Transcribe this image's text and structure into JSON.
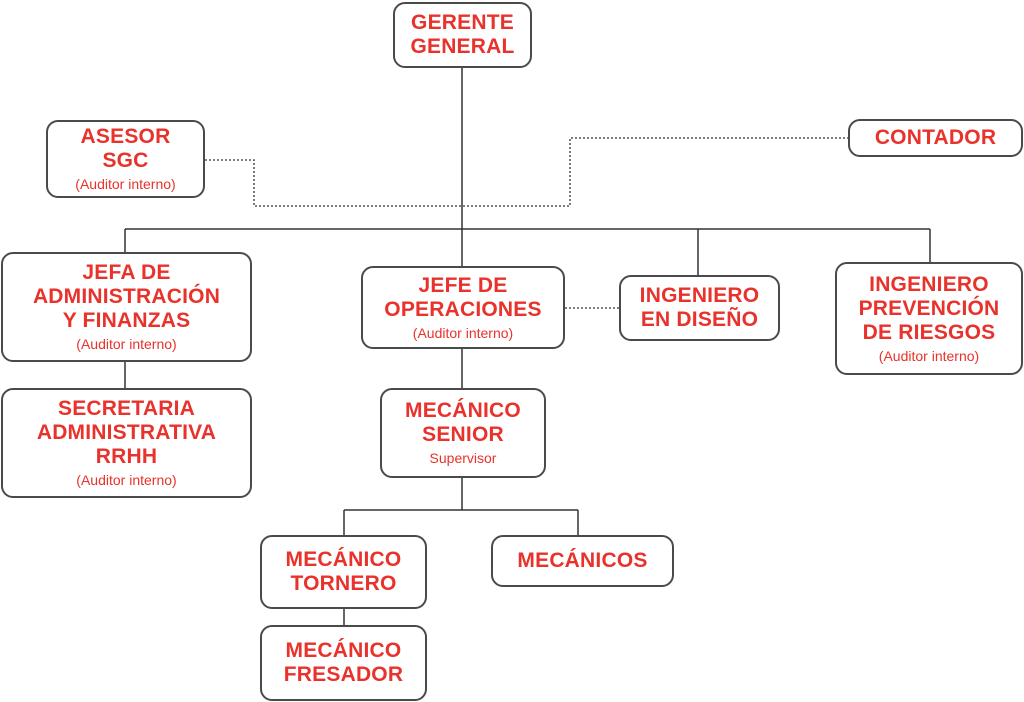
{
  "nodes": {
    "gerente": {
      "title": "GERENTE\nGENERAL"
    },
    "asesor": {
      "title": "ASESOR\nSGC",
      "sub": "(Auditor interno)"
    },
    "contador": {
      "title": "CONTADOR"
    },
    "jefa_admin": {
      "title": "JEFA DE\nADMINISTRACIÓN\nY FINANZAS",
      "sub": "(Auditor interno)"
    },
    "jefe_ops": {
      "title": "JEFE DE\nOPERACIONES",
      "sub": "(Auditor interno)"
    },
    "ing_diseno": {
      "title": "INGENIERO\nEN DISEÑO"
    },
    "ing_prev": {
      "title": "INGENIERO\nPREVENCIÓN\nDE RIESGOS",
      "sub": "(Auditor interno)"
    },
    "secretaria": {
      "title": "SECRETARIA\nADMINISTRATIVA\nRRHH",
      "sub": "(Auditor interno)"
    },
    "mec_senior": {
      "title": "MECÁNICO\nSENIOR",
      "sub": "Supervisor"
    },
    "mec_tornero": {
      "title": "MECÁNICO\nTORNERO"
    },
    "mecanicos": {
      "title": "MECÁNICOS"
    },
    "mec_fresador": {
      "title": "MECÁNICO\nFRESADOR"
    }
  },
  "colors": {
    "text": "#e8322b",
    "border": "#4a4a4a"
  }
}
